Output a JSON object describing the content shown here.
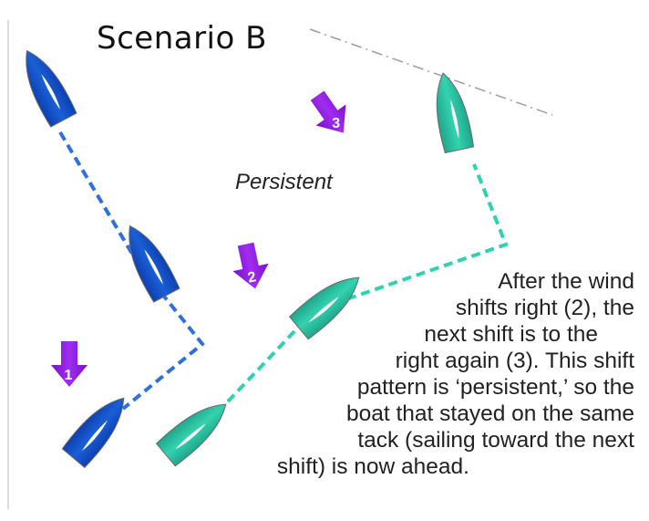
{
  "diagram": {
    "title": "Scenario B",
    "shift_type_label": "Persistent",
    "wind_arrows": [
      {
        "label": "1"
      },
      {
        "label": "2"
      },
      {
        "label": "3"
      }
    ],
    "caption_lines": [
      "After the wind",
      "shifts right (2), the",
      "next shift is to the",
      "right again (3). This shift",
      "pattern is ‘persistent,’ so the",
      "boat that stayed on the same",
      "tack (sailing toward the next",
      "shift) is now ahead."
    ],
    "colors": {
      "blue_boat": "#1a5fd6",
      "teal_boat": "#2ec9a8",
      "wind_arrow": "#9b1ee8",
      "layline": "#9e9e9e"
    }
  }
}
